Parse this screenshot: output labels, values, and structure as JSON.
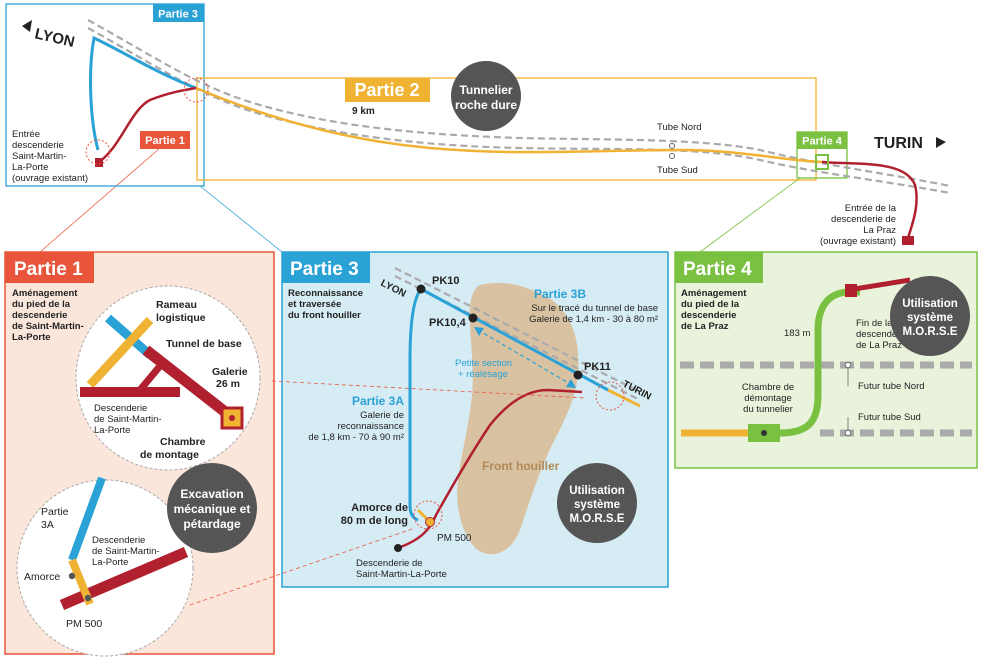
{
  "colors": {
    "blue": "#2aa2d6",
    "red": "#b0202e",
    "orange": "#f0b233",
    "green": "#7ac142",
    "partie1": "#e8553a",
    "partie1_bg": "#fbe6dc",
    "partie3_bg": "#d6ecf5",
    "partie4_bg": "#e9f3dc",
    "gray_dark": "#555555",
    "rock": "#d8c2a2"
  },
  "overview": {
    "lyon": "LYON",
    "turin": "TURIN",
    "partie3_tag": "Partie 3",
    "partie2_tag": "Partie 2",
    "partie2_length": "9 km",
    "partie2_badge_l1": "Tunnelier",
    "partie2_badge_l2": "roche dure",
    "partie1_tag": "Partie 1",
    "partie4_tag": "Partie 4",
    "tube_nord": "Tube Nord",
    "tube_sud": "Tube Sud",
    "smp_entry": [
      "Entrée",
      "descenderie",
      "Saint-Martin-",
      "La-Porte",
      "(ouvrage existant)"
    ],
    "lapraz_entry": [
      "Entrée de la",
      "descenderie de",
      "La Praz",
      "(ouvrage existant)"
    ]
  },
  "partie1": {
    "title": "Partie 1",
    "desc": [
      "Aménagement",
      "du pied de la",
      "descenderie",
      "de Saint-Martin-",
      "La-Porte"
    ],
    "rameau": [
      "Rameau",
      "logistique"
    ],
    "tunnel_base": "Tunnel de base",
    "galerie": [
      "Galerie",
      "26 m"
    ],
    "descenderie": [
      "Descenderie",
      "de Saint-Martin-",
      "La-Porte"
    ],
    "chambre": [
      "Chambre",
      "de montage"
    ],
    "badge": [
      "Excavation",
      "mécanique et",
      "pétardage"
    ],
    "partie3a": [
      "Partie",
      "3A"
    ],
    "descenderie2": [
      "Descenderie",
      "de Saint-Martin-",
      "La-Porte"
    ],
    "amorce": "Amorce",
    "pm500": "PM 500"
  },
  "partie3": {
    "title": "Partie 3",
    "desc": [
      "Reconnaissance",
      "et traversée",
      "du front houiller"
    ],
    "lyon": "LYON",
    "turin": "TURIN",
    "pk10": "PK10",
    "pk104": "PK10,4",
    "pk11": "PK11",
    "p3b_title": "Partie 3B",
    "p3b_desc": [
      "Sur le tracé du tunnel de base",
      "Galerie de 1,4 km - 30 à 80 m²"
    ],
    "petite": [
      "Petite section",
      "+ réalésage"
    ],
    "p3a_title": "Partie 3A",
    "p3a_desc": [
      "Galerie de",
      "reconnaissance",
      "de 1,8 km - 70 à 90 m²"
    ],
    "front": "Front houiller",
    "amorce": [
      "Amorce de",
      "80 m de long"
    ],
    "pm500": "PM 500",
    "descenderie": [
      "Descenderie de",
      "Saint-Martin-La-Porte"
    ],
    "badge": [
      "Utilisation",
      "système",
      "M.O.R.S.E"
    ]
  },
  "partie4": {
    "title": "Partie 4",
    "desc": [
      "Aménagement",
      "du pied de la",
      "descenderie",
      "de La Praz"
    ],
    "len": "183 m",
    "fin": [
      "Fin de la",
      "descenderie",
      "de La Praz"
    ],
    "badge": [
      "Utilisation",
      "système",
      "M.O.R.S.E"
    ],
    "chambre": [
      "Chambre de",
      "démontage",
      "du tunnelier"
    ],
    "futur_nord": "Futur tube Nord",
    "futur_sud": "Futur tube Sud"
  }
}
